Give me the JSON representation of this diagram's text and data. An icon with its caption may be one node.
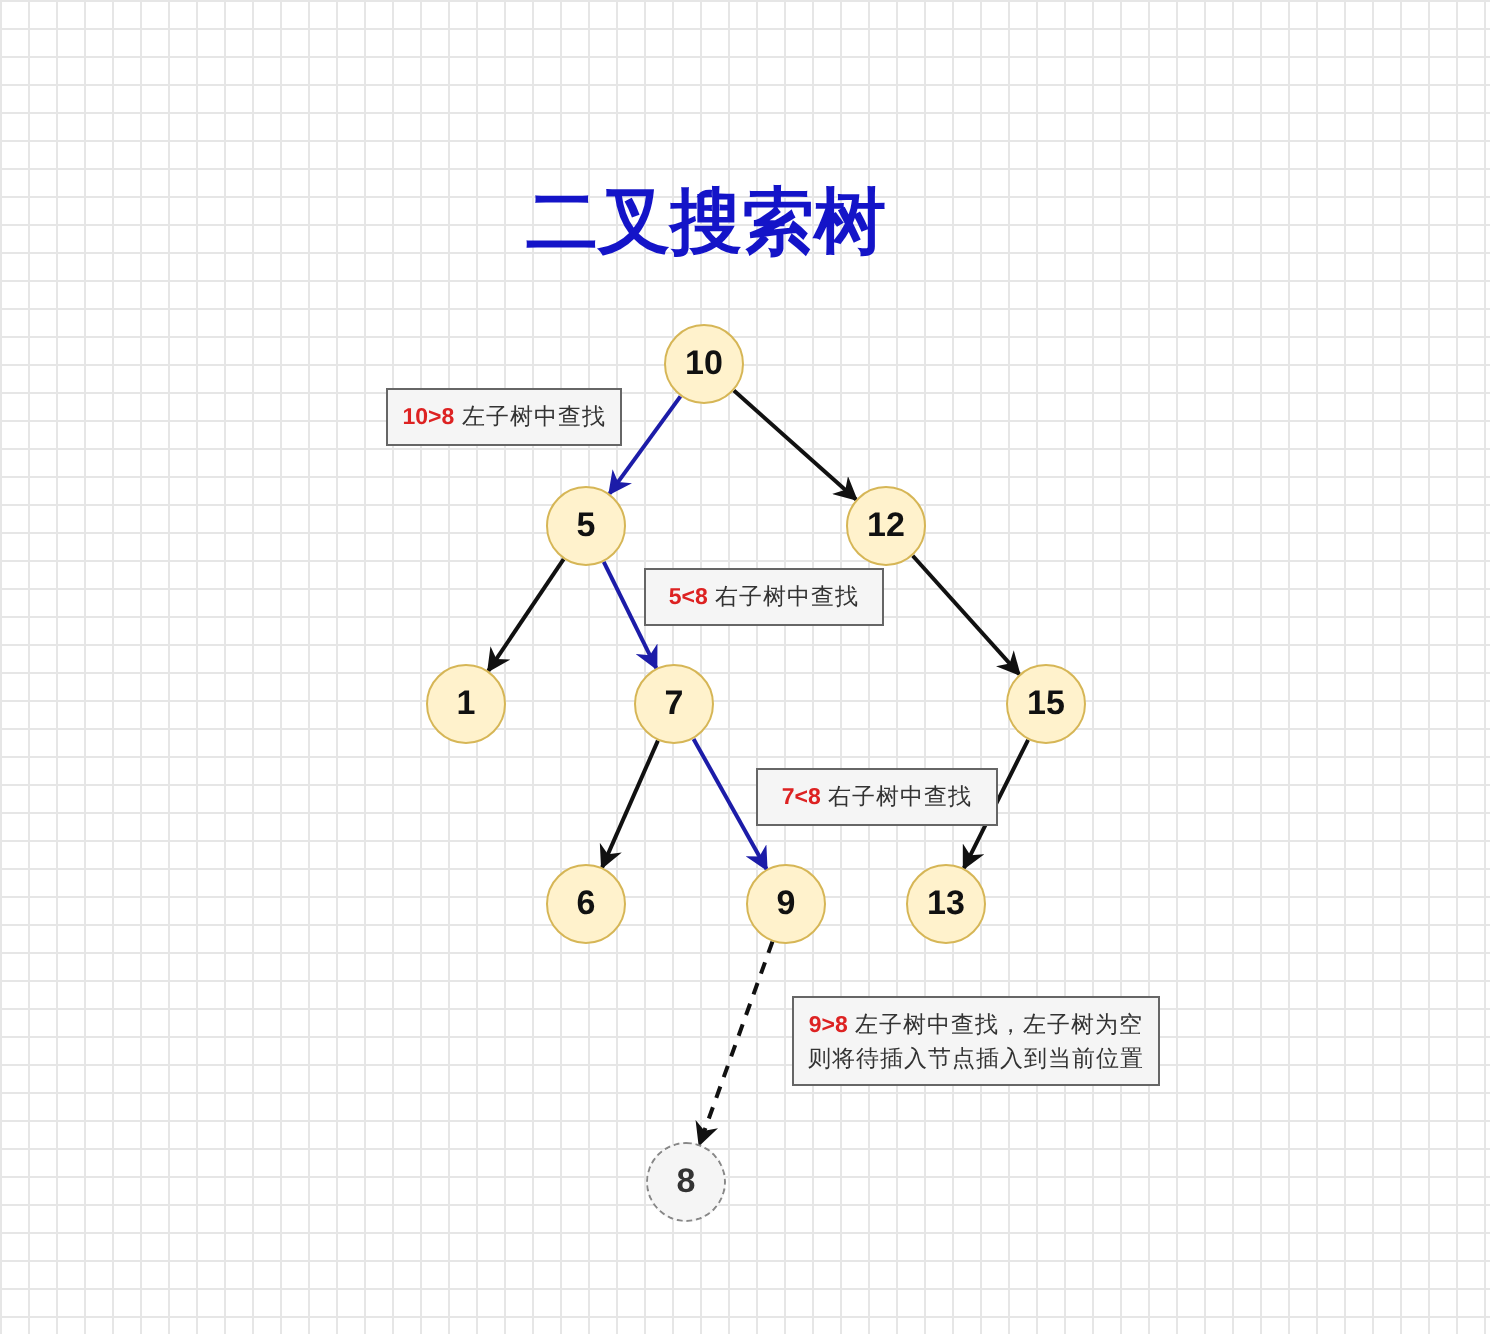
{
  "diagram": {
    "title": "二叉搜索树",
    "nodes": [
      {
        "text": [
          "10"
        ]
      },
      {
        "text": [
          "10>8",
          "左子树中查找"
        ]
      },
      {
        "text": [
          "5"
        ]
      },
      {
        "text": [
          "12"
        ]
      },
      {
        "text": [
          "5<8",
          "右子树中查找"
        ]
      },
      {
        "text": [
          "1"
        ]
      },
      {
        "text": [
          "7"
        ]
      },
      {
        "text": [
          "15"
        ]
      },
      {
        "text": [
          "7<8",
          "右子树中查找"
        ]
      },
      {
        "text": [
          "6"
        ]
      },
      {
        "text": [
          "9"
        ]
      },
      {
        "text": [
          "13"
        ]
      },
      {
        "text": [
          "9>8",
          "左子树中查找，左子树为空则将待插入节点插入到当前位置"
        ]
      },
      {
        "text": [
          "8"
        ]
      }
    ],
    "edges": [
      {
        "from": 0,
        "to": 2,
        "arrow": "to",
        "color": "#1c1ca8"
      },
      {
        "from": 0,
        "to": 3,
        "arrow": "to"
      },
      {
        "from": 2,
        "to": 5,
        "arrow": "to"
      },
      {
        "from": 2,
        "to": 6,
        "arrow": "to",
        "color": "#1c1ca8"
      },
      {
        "from": 3,
        "to": 7,
        "arrow": "to"
      },
      {
        "from": 6,
        "to": 9,
        "arrow": "to"
      },
      {
        "from": 6,
        "to": 10,
        "arrow": "to",
        "color": "#1c1ca8"
      },
      {
        "from": 7,
        "to": 11,
        "arrow": "to"
      },
      {
        "from": 10,
        "to": 13,
        "arrow": "to",
        "style": "dashed"
      }
    ]
  }
}
